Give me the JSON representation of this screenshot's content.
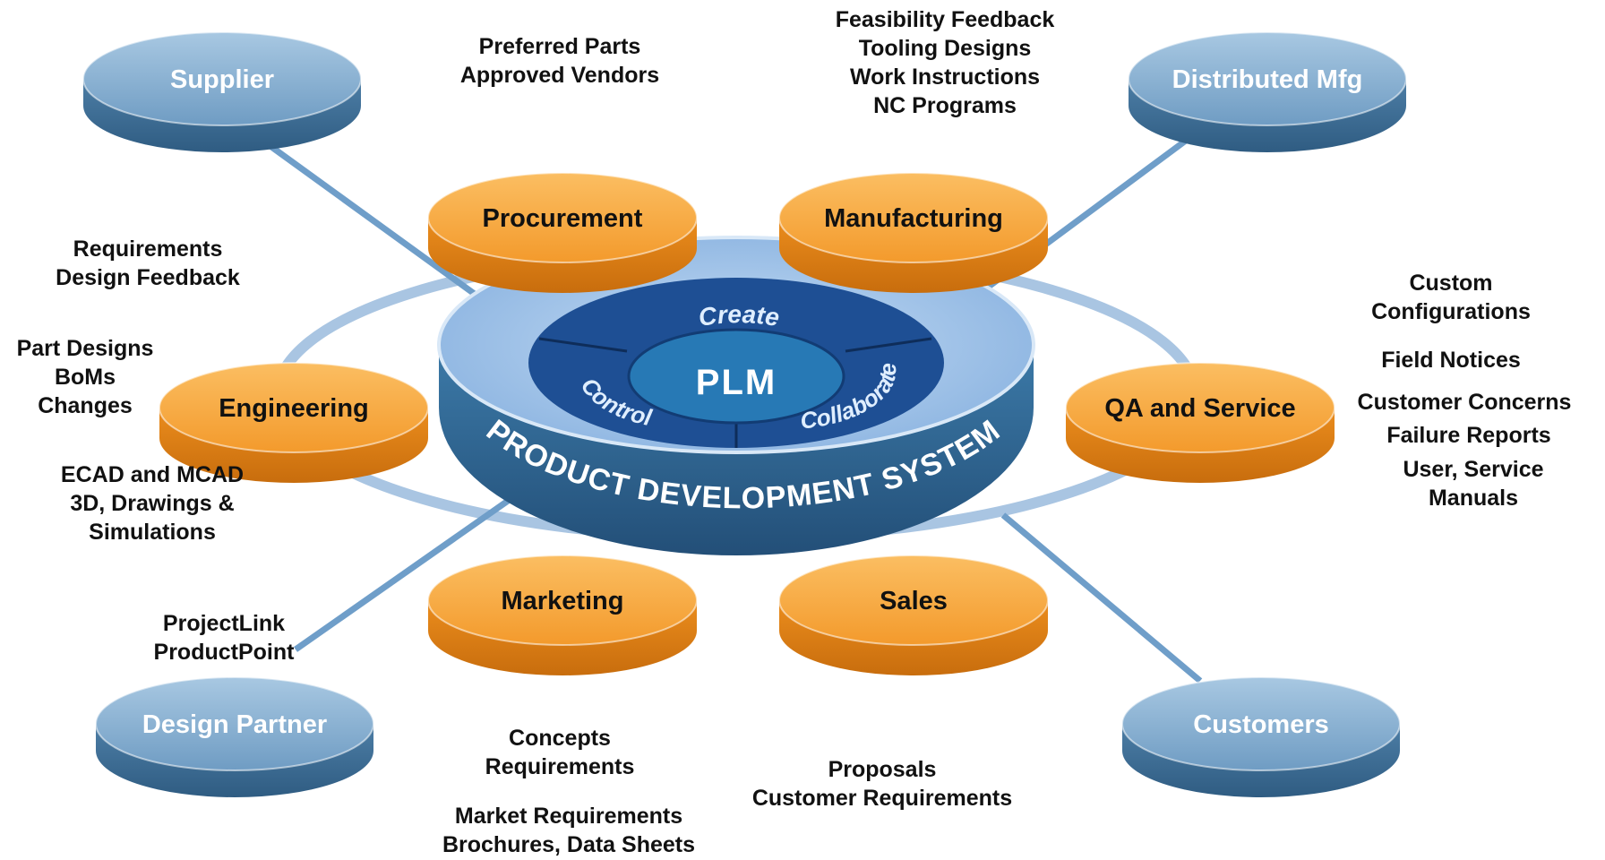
{
  "colors": {
    "partner_top": "#7fa9cc",
    "partner_side": "#3f6f96",
    "dept_top": "#f6a53c",
    "dept_side": "#e07f14",
    "connector": "#6f9ec9",
    "ring": "#a9c5e2",
    "core_outer": "#a7c9ee",
    "core_mid": "#1e4f94",
    "core_inner": "#2779b5",
    "band": "#2f6a98"
  },
  "core": {
    "center_label": "PLM",
    "segments": [
      "Create",
      "Control",
      "Collaborate"
    ],
    "band_label": "PRODUCT DEVELOPMENT SYSTEM"
  },
  "partners": [
    {
      "label": "Supplier"
    },
    {
      "label": "Distributed Mfg"
    },
    {
      "label": "Design Partner"
    },
    {
      "label": "Customers"
    }
  ],
  "departments": [
    {
      "label": "Procurement"
    },
    {
      "label": "Manufacturing"
    },
    {
      "label": "Engineering"
    },
    {
      "label": "QA and Service"
    },
    {
      "label": "Marketing"
    },
    {
      "label": "Sales"
    }
  ],
  "notes": {
    "supplier": [
      "Preferred Parts",
      "Approved Vendors"
    ],
    "manufacturing": [
      "Feasibility Feedback",
      "Tooling Designs",
      "Work Instructions",
      "NC Programs"
    ],
    "requirements": [
      "Requirements",
      "Design Feedback"
    ],
    "parts": [
      "Part Designs",
      "BoMs",
      "Changes"
    ],
    "cad": [
      "ECAD and MCAD",
      "3D, Drawings &",
      "Simulations"
    ],
    "project": [
      "ProjectLink",
      "ProductPoint"
    ],
    "qa_config": [
      "Custom",
      "Configurations"
    ],
    "qa_field": [
      "Field Notices"
    ],
    "qa_concerns": [
      "Customer Concerns"
    ],
    "qa_failure": [
      "Failure Reports"
    ],
    "qa_manuals": [
      "User, Service",
      "Manuals"
    ],
    "marketing_concepts": [
      "Concepts",
      "Requirements"
    ],
    "marketing_market": [
      "Market Requirements",
      "Brochures, Data Sheets"
    ],
    "sales": [
      "Proposals",
      "Customer Requirements"
    ]
  }
}
